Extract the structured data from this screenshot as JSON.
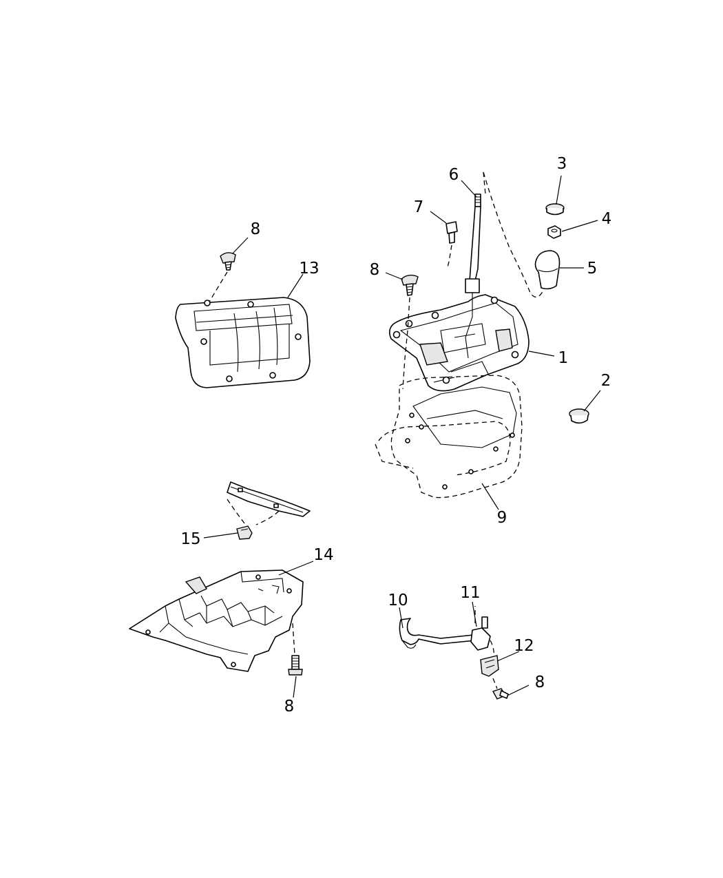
{
  "callouts": {
    "c1": "1",
    "c2": "2",
    "c3": "3",
    "c4": "4",
    "c5": "5",
    "c6": "6",
    "c7": "7",
    "c8a": "8",
    "c8b": "8",
    "c8c": "8",
    "c8d": "8",
    "c9": "9",
    "c10": "10",
    "c11": "11",
    "c12": "12",
    "c13": "13",
    "c14": "14",
    "c15": "15"
  }
}
